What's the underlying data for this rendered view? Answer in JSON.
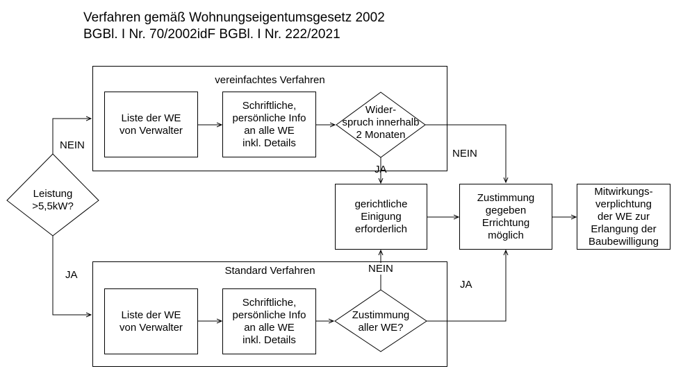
{
  "title": {
    "line1": "Verfahren gemäß Wohnungseigentumsgesetz 2002",
    "line2": "BGBl. I Nr. 70/2002idF BGBl. I Nr. 222/2021"
  },
  "groups": {
    "simplified": "vereinfachtes Verfahren",
    "standard": "Standard Verfahren"
  },
  "nodes": {
    "leistung": [
      "Leistung",
      ">5,5kW?"
    ],
    "liste_top": [
      "Liste der WE",
      "von Verwalter"
    ],
    "info_top": [
      "Schriftliche,",
      "persönliche Info",
      "an alle WE",
      "inkl. Details"
    ],
    "widerspruch": [
      "Wider-",
      "spruch innerhalb",
      "2 Monaten"
    ],
    "einigung": [
      "gerichtliche",
      "Einigung",
      "erforderlich"
    ],
    "zustimmung_gegeben": [
      "Zustimmung",
      "gegeben",
      "Errichtung",
      "möglich"
    ],
    "mitwirkung": [
      "Mitwirkungs-",
      "verplichtung",
      "der WE zur",
      "Erlangung der",
      "Baubewilligung"
    ],
    "liste_bottom": [
      "Liste der WE",
      "von Verwalter"
    ],
    "info_bottom": [
      "Schriftliche,",
      "persönliche Info",
      "an alle WE",
      "inkl. Details"
    ],
    "zustimmung_aller": [
      "Zustimmung",
      "aller WE?"
    ]
  },
  "edge_labels": {
    "nein_left": "NEIN",
    "ja_left": "JA",
    "ja_widerspruch": "JA",
    "nein_widerspruch": "NEIN",
    "nein_zustimmung": "NEIN",
    "ja_zustimmung": "JA"
  }
}
